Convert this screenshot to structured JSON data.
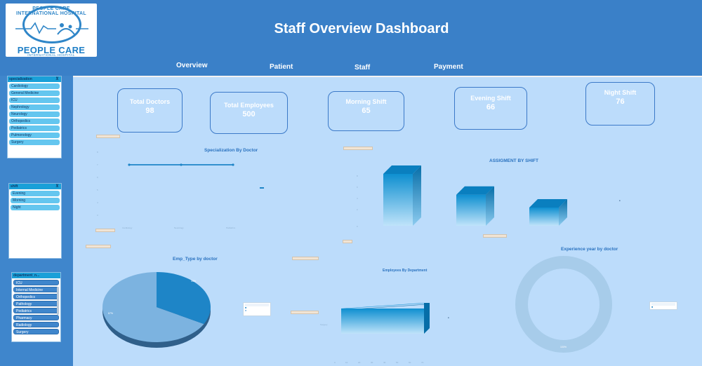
{
  "header": {
    "title": "Staff Overview Dashboard",
    "logo": {
      "arc_text": "PEOPLE CARE INTERNATIONAL HOSPITAL",
      "name": "PEOPLE CARE",
      "sub": "INTERNATIONAL HOSPITAL"
    },
    "nav": [
      "Overview",
      "Patient",
      "Staff",
      "Payment"
    ]
  },
  "slicers": {
    "specialization": {
      "title": "specialization",
      "items": [
        "Cardiology",
        "General Medicine",
        "ICU",
        "Nephrology",
        "Neurology",
        "Orthopedics",
        "Pediatrics",
        "Pulmonology",
        "Surgery"
      ]
    },
    "shift": {
      "title": "shift",
      "items": [
        "Evening",
        "Morning",
        "Night"
      ]
    },
    "department": {
      "title": "department_n...",
      "items": [
        "ICU",
        "Internal Medicine",
        "Orthopedics",
        "Pathology",
        "Pediatrics",
        "Pharmacy",
        "Radiology",
        "Surgery"
      ]
    }
  },
  "kpis": [
    {
      "label": "Total Doctors",
      "value": "98"
    },
    {
      "label": "Total Employees",
      "value": "500"
    },
    {
      "label": "Morning Shift",
      "value": "65"
    },
    {
      "label": "Evening Shift",
      "value": "66"
    },
    {
      "label": "Night Shift",
      "value": "76"
    }
  ],
  "charts": {
    "specialization": {
      "title": "Specialization By Doctor"
    },
    "assignment": {
      "title": "ASSIGMENT BY SHIFT"
    },
    "emp_type": {
      "title": "Emp_Type by doctor"
    },
    "department": {
      "title": "Employees By Department"
    },
    "experience": {
      "title": "Experience year by doctor"
    }
  },
  "colors": {
    "accent": "#3a80c8",
    "panel": "#bcdcfb",
    "bar": "#1aa0d8",
    "pie_main": "#7cb3e0",
    "pie_slice": "#1e85c7",
    "donut": "#a7ccea"
  },
  "chart_data": [
    {
      "type": "bar",
      "title": "ASSIGMENT BY SHIFT",
      "categories": [
        "",
        "",
        ""
      ],
      "values": [
        100,
        68,
        40
      ]
    },
    {
      "type": "pie",
      "title": "Emp_Type by doctor",
      "values": [
        67,
        33
      ]
    }
  ]
}
